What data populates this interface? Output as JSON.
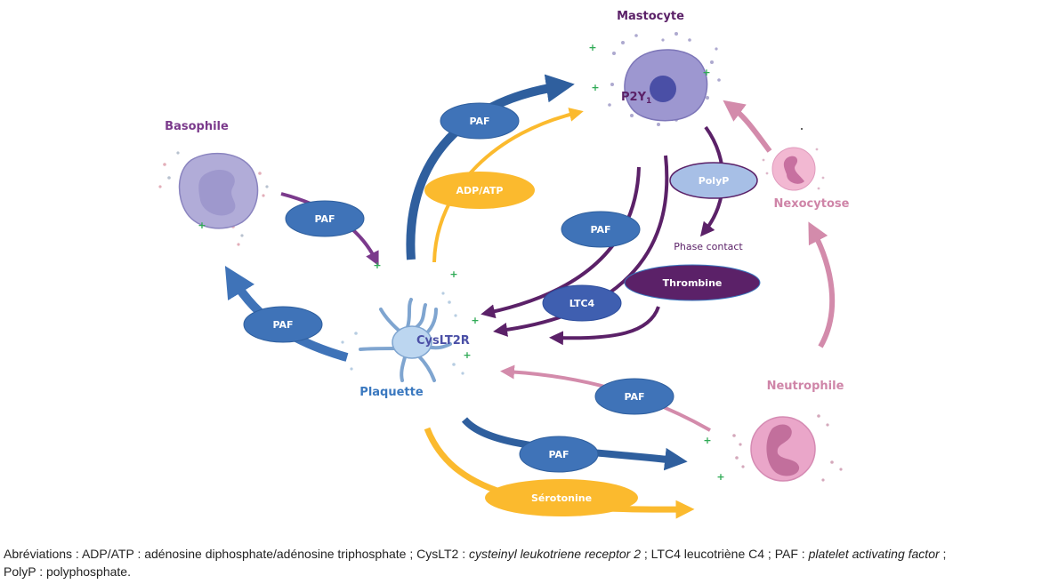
{
  "colors": {
    "paf_blue": "#3f73b8",
    "arrow_blue": "#2f5f9e",
    "yellow": "#fbba2e",
    "purple_dark": "#5b2168",
    "purple_label": "#5b2168",
    "basophile_label": "#7b3a8c",
    "pink": "#d38bab",
    "pink_label": "#cf85a8",
    "plaquette_label": "#3a78bf",
    "polyp_fill": "#a7bfe6",
    "thrombine_fill": "#5b2168",
    "ltc4_fill": "#3f5fb0",
    "plus_green": "#2faa55"
  },
  "cells": {
    "mastocyte": {
      "label": "Mastocyte",
      "receptor": "P2Y",
      "receptor_sub": "1"
    },
    "basophile": {
      "label": "Basophile"
    },
    "plaquette": {
      "label": "Plaquette",
      "receptor": "CysLT2R"
    },
    "nexocytose": {
      "label": "Nexocytose"
    },
    "neutrophile": {
      "label": "Neutrophile"
    }
  },
  "mediators": {
    "paf_basophile": "PAF",
    "paf_to_mastocyte": "PAF",
    "adp_atp": "ADP/ATP",
    "paf_to_basophile": "PAF",
    "paf_from_mastocyte": "PAF",
    "ltc4": "LTC4",
    "polyp": "PolyP",
    "thrombine": "Thrombine",
    "paf_from_neutrophile": "PAF",
    "paf_to_neutrophile": "PAF",
    "serotonine": "Sérotonine"
  },
  "annotations": {
    "phase_contact": "Phase contact",
    "plus": "+"
  },
  "caption": {
    "lead": "Abréviations : ADP/ATP : adénosine diphosphate/adénosine triphosphate ; CysLT2 : ",
    "cyslt2_term": "cysteinyl leukotriene receptor 2",
    "mid": " ; LTC4 leucotriène C4 ; PAF : ",
    "paf_term": "platelet activating factor",
    "tail": " ;",
    "line2": "PolyP : polyphosphate."
  }
}
